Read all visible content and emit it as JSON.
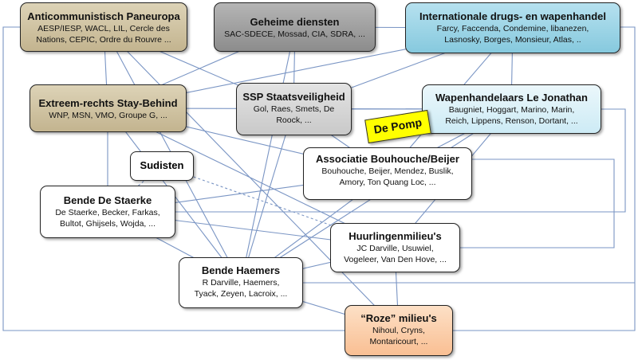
{
  "nodes": {
    "paneuropa": {
      "title": "Anticommunistisch Paneuropa",
      "members": [
        "AESP/IESP, WACL, LIL, Cercle des",
        "Nations,  CEPIC, Ordre du Rouvre ..."
      ],
      "color": "#c9bc99"
    },
    "geheime": {
      "title": "Geheime diensten",
      "members": [
        "SAC-SDECE, Mossad, CIA, SDRA, ..."
      ],
      "color": "#9a9a9a"
    },
    "drugs": {
      "title": "Internationale drugs- en wapenhandel",
      "members": [
        "Farcy, Faccenda, Condemine, libanezen,",
        "Lasnosky, Borges, Monsieur, Atlas, .."
      ],
      "color": "#93cfe2"
    },
    "stay_behind": {
      "title": "Extreem-rechts Stay-Behind",
      "members": [
        "WNP, MSN, VMO, Groupe G,  ..."
      ],
      "color": "#d2c6a6"
    },
    "ssp": {
      "title": "SSP Staatsveiligheid",
      "members": [
        "Gol, Raes, Smets, De",
        "Roock, ..."
      ],
      "color": "#d3d3d3"
    },
    "jonathan": {
      "title": "Wapenhandelaars Le Jonathan",
      "members": [
        "Baugniet, Hoggart, Marino, Marin,",
        "Reich, Lippens, Renson, Dortant, ..."
      ],
      "color": "#d7effa"
    },
    "sudisten": {
      "title": "Sudisten"
    },
    "depomp": {
      "title": "De Pomp",
      "color": "#ffff00"
    },
    "bouhouche": {
      "title": "Associatie Bouhouche/Beijer",
      "members": [
        "Bouhouche, Beijer, Mendez, Buslik,",
        "Amory, Ton Quang Loc, ..."
      ]
    },
    "staerke": {
      "title": "Bende De Staerke",
      "members": [
        "De Staerke, Becker, Farkas,",
        "Bultot, Ghijsels, Wojda, ..."
      ]
    },
    "huurling": {
      "title": "Huurlingenmilieu's",
      "members": [
        "JC Darville, Usuwiel,",
        "Vogeleer, Van Den Hove, ..."
      ]
    },
    "haemers": {
      "title": "Bende Haemers",
      "members": [
        "R Darville, Haemers,",
        "Tyack, Zeyen, Lacroix, ..."
      ]
    },
    "roze": {
      "title": "“Roze” milieu's",
      "members": [
        "Nihoul, Cryns,",
        "Montaricourt, ..."
      ],
      "color": "#fbcca6"
    }
  },
  "links": [
    [
      "paneuropa",
      "stay_behind"
    ],
    [
      "paneuropa",
      "ssp"
    ],
    [
      "paneuropa",
      "roze"
    ],
    [
      "paneuropa",
      "haemers"
    ],
    [
      "geheime",
      "stay_behind"
    ],
    [
      "geheime",
      "ssp"
    ],
    [
      "geheime",
      "haemers"
    ],
    [
      "geheime",
      "drugs"
    ],
    [
      "drugs",
      "ssp"
    ],
    [
      "drugs",
      "jonathan"
    ],
    [
      "drugs",
      "bouhouche"
    ],
    [
      "drugs",
      "stay_behind"
    ],
    [
      "stay_behind",
      "jonathan"
    ],
    [
      "stay_behind",
      "staerke"
    ],
    [
      "stay_behind",
      "huurling"
    ],
    [
      "stay_behind",
      "haemers"
    ],
    [
      "stay_behind",
      "bouhouche"
    ],
    [
      "ssp",
      "bouhouche"
    ],
    [
      "ssp",
      "jonathan"
    ],
    [
      "ssp",
      "haemers"
    ],
    [
      "jonathan",
      "bouhouche"
    ],
    [
      "jonathan",
      "huurling"
    ],
    [
      "jonathan",
      "haemers"
    ],
    [
      "bouhouche",
      "staerke"
    ],
    [
      "bouhouche",
      "haemers"
    ],
    [
      "staerke",
      "haemers"
    ],
    [
      "staerke",
      "huurling"
    ],
    [
      "haemers",
      "huurling"
    ],
    [
      "haemers",
      "roze"
    ],
    [
      "huurling",
      "roze"
    ]
  ],
  "dashed_links": [
    [
      "sudisten",
      "staerke"
    ],
    [
      "sudisten",
      "huurling"
    ]
  ]
}
